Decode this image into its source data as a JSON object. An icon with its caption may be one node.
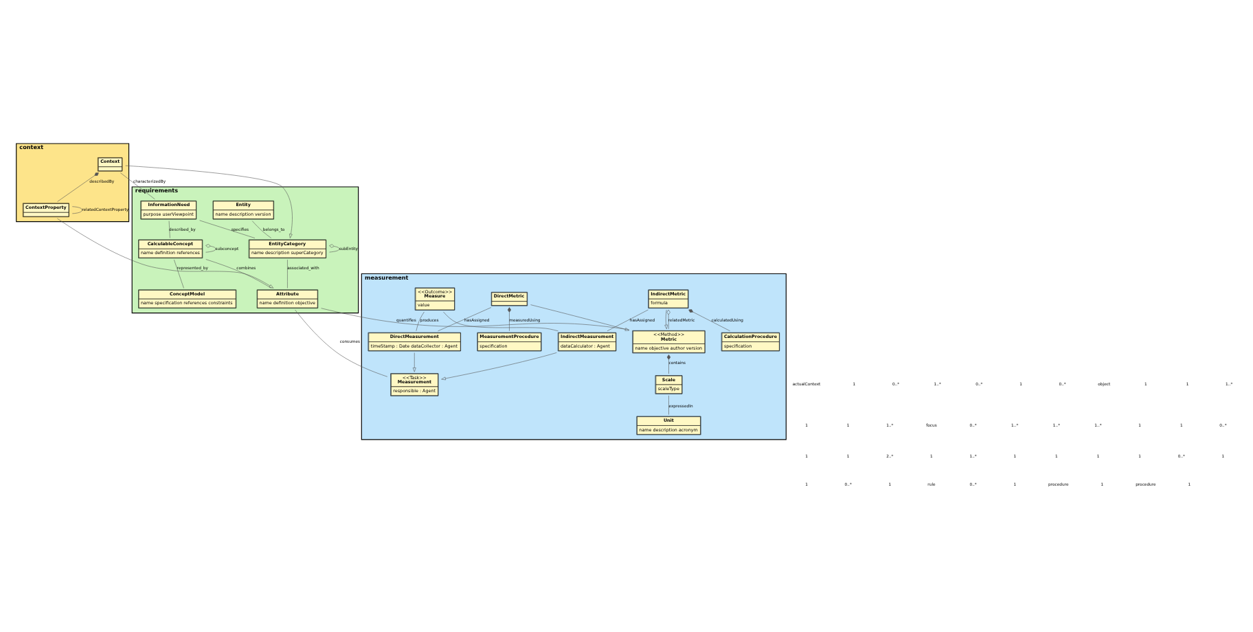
{
  "diagram": {
    "nodes": [
      {
        "text": [
          "context"
        ]
      },
      {
        "text": [
          "Context"
        ],
        "in": 0
      },
      {
        "text": [
          "ContextProperty"
        ],
        "in": 0
      },
      {
        "text": [
          "requirements"
        ]
      },
      {
        "text": [
          "InformationNeed",
          "purpose userViewpoint"
        ],
        "in": 3
      },
      {
        "text": [
          "EntityCategory",
          "name description superCategory"
        ],
        "in": 3
      },
      {
        "text": [
          "Entity",
          "name description version"
        ],
        "in": 3
      },
      {
        "text": [
          "CalculableConcept",
          "name definition references"
        ],
        "in": 3
      },
      {
        "text": [
          "ConceptModel",
          "name specification references constraints"
        ],
        "in": 3
      },
      {
        "text": [
          "Attribute",
          "name definition objective"
        ],
        "in": 3
      },
      {
        "text": [
          "measurement"
        ]
      },
      {
        "text": [
          "DirectMetric"
        ],
        "in": 10
      },
      {
        "text": [
          "IndirectMetric",
          "formula"
        ],
        "in": 10
      },
      {
        "text": [
          "<<Outcome>>",
          "Measure",
          "value"
        ],
        "in": 10
      },
      {
        "text": [
          "<<Method>>",
          "Metric",
          "name objective author version"
        ],
        "in": 10
      },
      {
        "text": [
          "DirectMeasurement",
          "timeStamp : Date dataCollector : Agent"
        ],
        "in": 10
      },
      {
        "text": [
          "IndirectMeasurement",
          "dataCalculator : Agent"
        ],
        "in": 10
      },
      {
        "text": [
          "Scale",
          "scaleType"
        ],
        "in": 10
      },
      {
        "text": [
          "<<Task>>",
          "Measurement",
          "responsible : Agent"
        ],
        "in": 10
      },
      {
        "text": [
          "Unit",
          "name description acronym"
        ],
        "in": 10
      },
      {
        "text": [
          "MeasurementProcedure",
          "specification"
        ],
        "in": 10
      },
      {
        "text": [
          "CalculationProcedure",
          "specification"
        ],
        "in": 10
      }
    ],
    "edges": [
      {
        "from": 1,
        "to": 4,
        "arrow": "none",
        "label": "characterizedBy"
      },
      {
        "from": 1,
        "to": 2,
        "arrow": "other",
        "label": "describedBy"
      },
      {
        "from": 2,
        "to": 2,
        "arrow": "none",
        "label": "relatedContextProperty"
      },
      {
        "from": 1,
        "to": 5,
        "arrow": "to"
      },
      {
        "from": 2,
        "to": 9,
        "arrow": "to"
      },
      {
        "from": 5,
        "to": 5,
        "arrow": "other",
        "label": "subEntity"
      },
      {
        "from": 4,
        "to": 5,
        "arrow": "none",
        "label": "specifies"
      },
      {
        "from": 6,
        "to": 5,
        "arrow": "none",
        "label": "belongs_to"
      },
      {
        "from": 4,
        "to": 7,
        "arrow": "none",
        "label": "described_by"
      },
      {
        "from": 7,
        "to": 7,
        "arrow": "other",
        "label": "subconcept"
      },
      {
        "from": 7,
        "to": 9,
        "arrow": "none",
        "label": "combines"
      },
      {
        "from": 5,
        "to": 9,
        "arrow": "none",
        "label": "associated_with"
      },
      {
        "from": 7,
        "to": 8,
        "arrow": "none",
        "label": "represented_by"
      },
      {
        "from": 9,
        "to": 14,
        "arrow": "none",
        "label": "quantifies"
      },
      {
        "from": 9,
        "to": 18,
        "arrow": "none",
        "label": "consumes"
      },
      {
        "from": 12,
        "to": 14,
        "arrow": "other",
        "label": "relatedMetric"
      },
      {
        "from": 12,
        "to": 14,
        "arrow": "to"
      },
      {
        "from": 11,
        "to": 14,
        "arrow": "to"
      },
      {
        "from": 11,
        "to": 15,
        "arrow": "none",
        "label": "hasAssigned"
      },
      {
        "from": 11,
        "to": 20,
        "arrow": "other",
        "label": "measuredUsing"
      },
      {
        "from": 13,
        "to": 15,
        "arrow": "none",
        "label": "produces"
      },
      {
        "from": 13,
        "to": 16,
        "arrow": "none"
      },
      {
        "from": 12,
        "to": 16,
        "arrow": "none",
        "label": "hasAssigned"
      },
      {
        "from": 12,
        "to": 21,
        "arrow": "other",
        "label": "calculatedUsing"
      },
      {
        "from": 15,
        "to": 18,
        "arrow": "to"
      },
      {
        "from": 16,
        "to": 18,
        "arrow": "to"
      },
      {
        "from": 14,
        "to": 17,
        "arrow": "other",
        "label": "contains"
      },
      {
        "from": 17,
        "to": 19,
        "arrow": "none",
        "label": "expressedIn"
      }
    ],
    "labels": [
      "actualContext",
      "1",
      "0..*",
      "1..*",
      "0..*",
      "1",
      "0..*",
      "object",
      "1",
      "1",
      "1..*",
      "1",
      "1",
      "1..*",
      "focus",
      "0..*",
      "1..*",
      "1..*",
      "1..*",
      "1",
      "1",
      "0..*",
      "1",
      "1",
      "2..*",
      "1",
      "1..*",
      "1",
      "1",
      "1",
      "1",
      "0..*",
      "1",
      "1",
      "0..*",
      "1",
      "rule",
      "0..*",
      "1",
      "procedure",
      "1",
      "procedure",
      "1"
    ]
  }
}
